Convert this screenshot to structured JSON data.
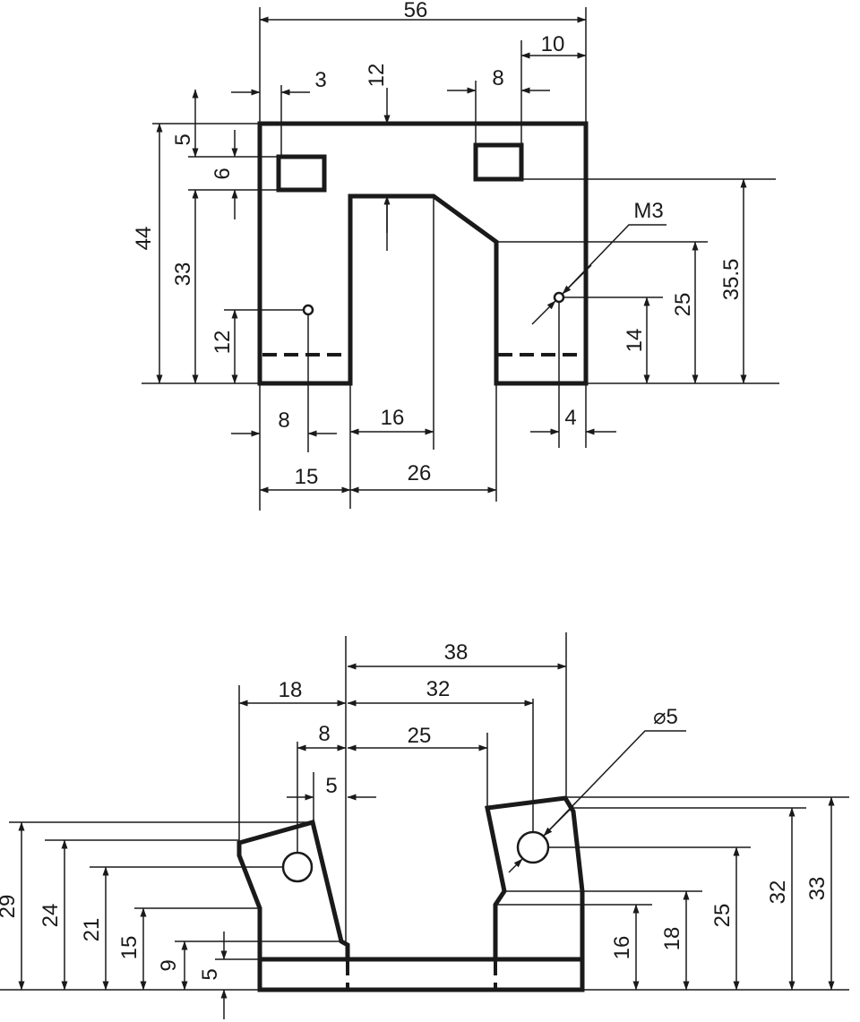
{
  "front_view": {
    "dim_56": "56",
    "dim_10": "10",
    "dim_3": "3",
    "dim_12_top": "12",
    "dim_8_top": "8",
    "dim_5": "5",
    "dim_6": "6",
    "dim_44": "44",
    "dim_33": "33",
    "dim_12_left": "12",
    "dim_m3": "M3",
    "dim_25": "25",
    "dim_35_5": "35.5",
    "dim_14": "14",
    "dim_8_bottom": "8",
    "dim_16": "16",
    "dim_4": "4",
    "dim_15": "15",
    "dim_26": "26"
  },
  "side_view": {
    "dim_38": "38",
    "dim_18": "18",
    "dim_32_top": "32",
    "dim_8": "8",
    "dim_25_top": "25",
    "dim_phi5": "⌀5",
    "dim_5_top": "5",
    "dim_29": "29",
    "dim_24": "24",
    "dim_21": "21",
    "dim_15": "15",
    "dim_9": "9",
    "dim_5_left": "5",
    "dim_16": "16",
    "dim_18_right": "18",
    "dim_25_right": "25",
    "dim_32_right": "32",
    "dim_33": "33"
  }
}
